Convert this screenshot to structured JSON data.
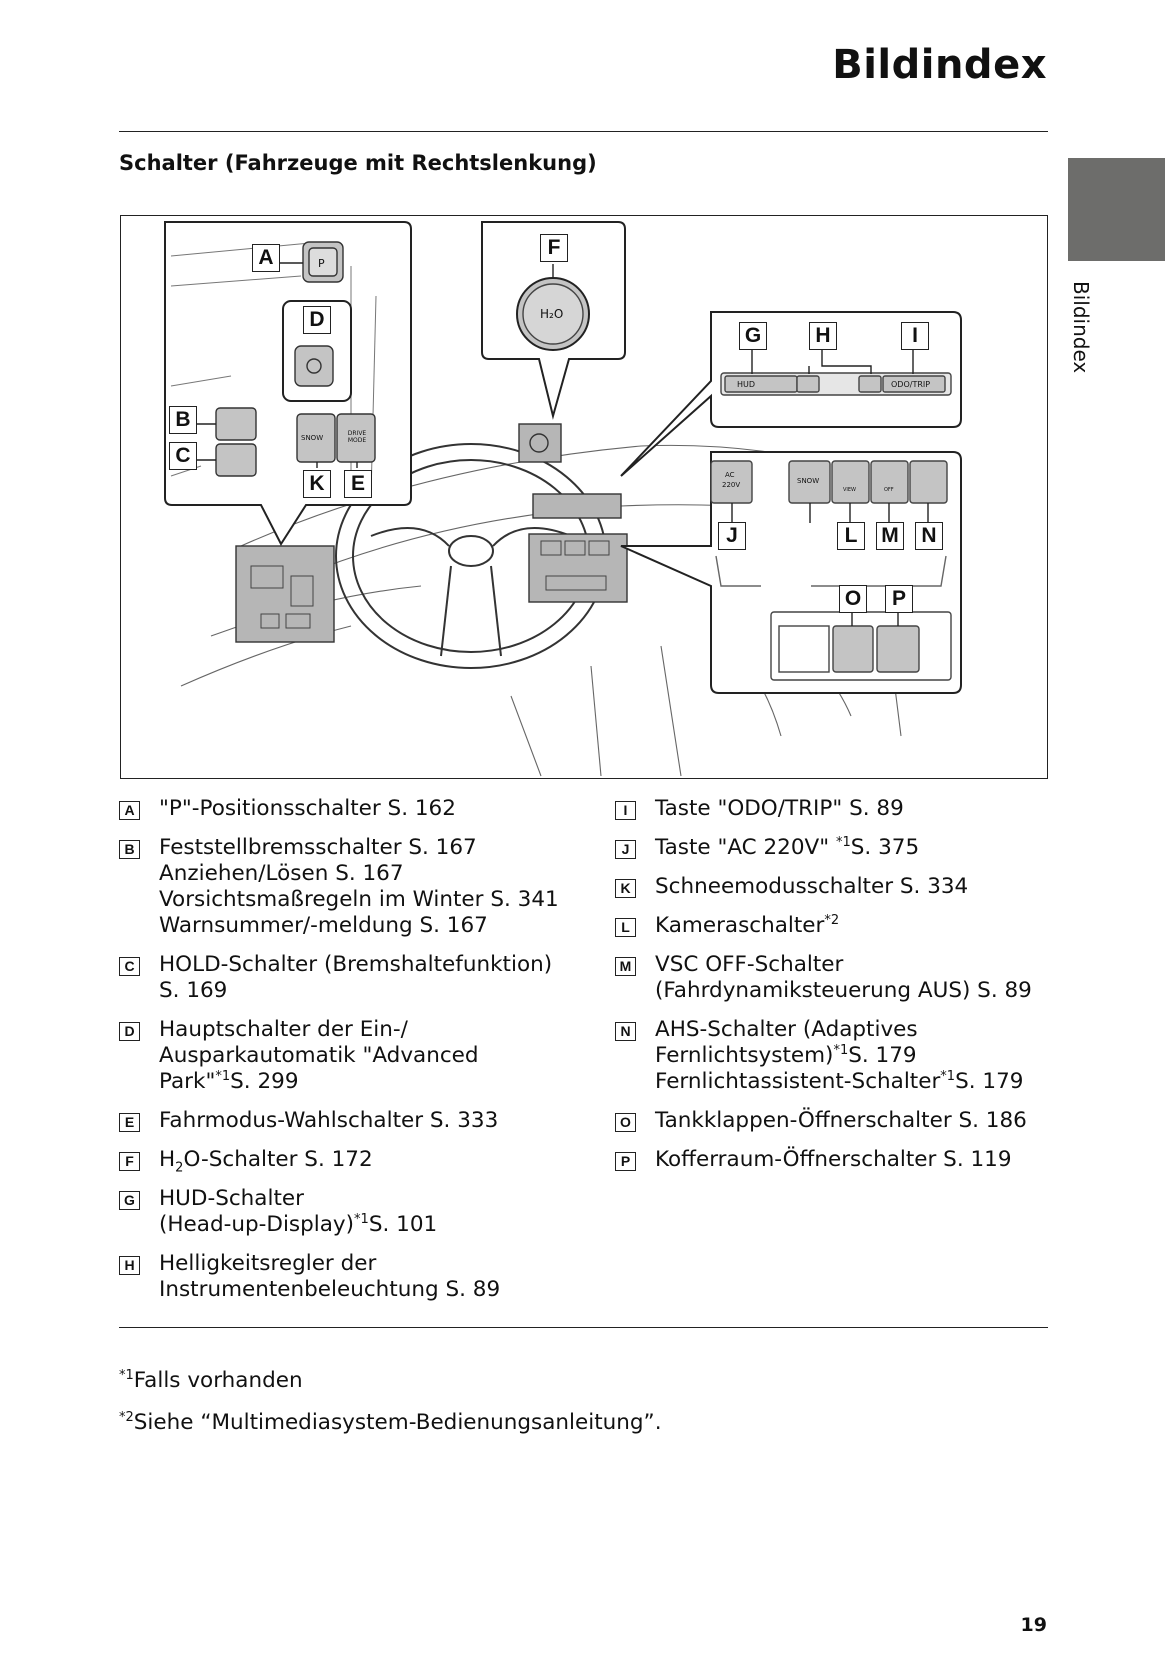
{
  "header": {
    "title": "Bildindex"
  },
  "section": {
    "title": "Schalter (Fahrzeuge mit Rechtslenkung)"
  },
  "side_tab": {
    "label": "Bildindex"
  },
  "figure": {
    "callouts": [
      "A",
      "B",
      "C",
      "D",
      "E",
      "F",
      "G",
      "H",
      "I",
      "J",
      "K",
      "L",
      "M",
      "N",
      "O",
      "P"
    ],
    "panel_texts": {
      "p": "P",
      "h2o": "H₂O",
      "hud": "HUD",
      "odo": "ODO/TRIP",
      "snow": "SNOW",
      "drive_mode": "DRIVE MODE",
      "ac": "AC",
      "ac_v": "220V",
      "view": "VIEW",
      "off": "OFF"
    }
  },
  "legend_left": [
    {
      "key": "A",
      "lines": [
        "\"P\"-Positionsschalter S. 162"
      ]
    },
    {
      "key": "B",
      "lines": [
        "Feststellbremsschalter S. 167",
        "Anziehen/Lösen S. 167",
        "Vorsichtsmaßregeln im Winter S. 341",
        "Warnsummer/-meldung S. 167"
      ]
    },
    {
      "key": "C",
      "lines": [
        "HOLD-Schalter (Bremshaltefunktion)",
        "S. 169"
      ]
    },
    {
      "key": "D",
      "lines": [
        "Hauptschalter der Ein-/",
        "Ausparkautomatik \"Advanced",
        "Park\"*1S. 299"
      ]
    },
    {
      "key": "E",
      "lines": [
        "Fahrmodus-Wahlschalter S. 333"
      ]
    },
    {
      "key": "F",
      "lines": [
        "H2O-Schalter S. 172"
      ]
    },
    {
      "key": "G",
      "lines": [
        "HUD-Schalter",
        "(Head-up-Display)*1S. 101"
      ]
    },
    {
      "key": "H",
      "lines": [
        "Helligkeitsregler der",
        "Instrumentenbeleuchtung S. 89"
      ]
    }
  ],
  "legend_right": [
    {
      "key": "I",
      "lines": [
        "Taste \"ODO/TRIP\" S. 89"
      ]
    },
    {
      "key": "J",
      "lines": [
        "Taste \"AC 220V\" *1S. 375"
      ]
    },
    {
      "key": "K",
      "lines": [
        "Schneemodusschalter S. 334"
      ]
    },
    {
      "key": "L",
      "lines": [
        "Kameraschalter*2"
      ]
    },
    {
      "key": "M",
      "lines": [
        "VSC OFF-Schalter",
        "(Fahrdynamiksteuerung AUS) S. 89"
      ]
    },
    {
      "key": "N",
      "lines": [
        "AHS-Schalter (Adaptives",
        "Fernlichtsystem)*1S. 179",
        "Fernlichtassistent-Schalter*1S. 179"
      ]
    },
    {
      "key": "O",
      "lines": [
        "Tankklappen-Öffnerschalter S. 186"
      ]
    },
    {
      "key": "P",
      "lines": [
        "Kofferraum-Öffnerschalter S. 119"
      ]
    }
  ],
  "footnotes": [
    "*1Falls vorhanden",
    "*2Siehe “Multimediasystem-Bedienungsanleitung”."
  ],
  "page_number": "19"
}
